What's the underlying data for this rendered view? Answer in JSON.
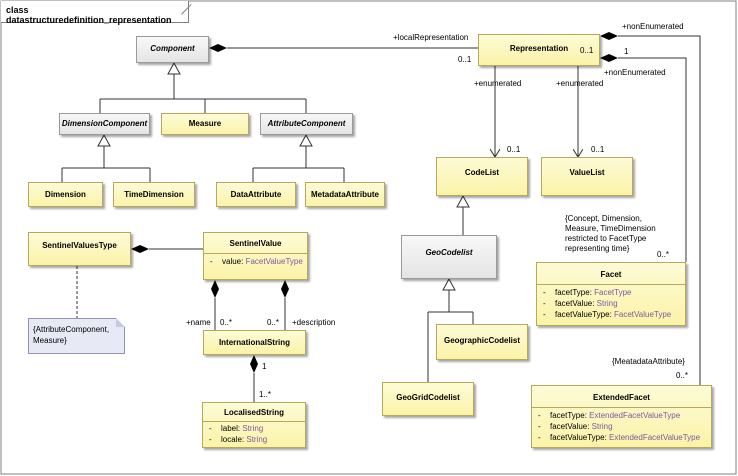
{
  "frame": {
    "title": "class datastructuredefinition_representation"
  },
  "classes": {
    "component": {
      "name": "Component"
    },
    "representation": {
      "name": "Representation"
    },
    "dimension_component": {
      "name": "DimensionComponent"
    },
    "measure": {
      "name": "Measure"
    },
    "attribute_component": {
      "name": "AttributeComponent"
    },
    "dimension": {
      "name": "Dimension"
    },
    "time_dimension": {
      "name": "TimeDimension"
    },
    "data_attribute": {
      "name": "DataAttribute"
    },
    "metadata_attribute": {
      "name": "MetadataAttribute"
    },
    "code_list": {
      "name": "CodeList"
    },
    "value_list": {
      "name": "ValueList"
    },
    "sentinel_values_type": {
      "name": "SentinelValuesType"
    },
    "sentinel_value": {
      "name": "SentinelValue",
      "attributes": [
        {
          "name": "value",
          "type": "FacetValueType"
        }
      ]
    },
    "geo_codelist": {
      "name": "GeoCodelist"
    },
    "geographic_codelist": {
      "name": "GeographicCodelist"
    },
    "geo_grid_codelist": {
      "name": "GeoGridCodelist"
    },
    "international_string": {
      "name": "InternationalString"
    },
    "localised_string": {
      "name": "LocalisedString",
      "attributes": [
        {
          "name": "label",
          "type": "String"
        },
        {
          "name": "locale",
          "type": "String"
        }
      ]
    },
    "facet": {
      "name": "Facet",
      "attributes": [
        {
          "name": "facetType",
          "type": "FacetType"
        },
        {
          "name": "facetValue",
          "type": "String"
        },
        {
          "name": "facetValueType",
          "type": "FacetValueType"
        }
      ]
    },
    "extended_facet": {
      "name": "ExtendedFacet",
      "attributes": [
        {
          "name": "facetType",
          "type": "ExtendedFacetValueType"
        },
        {
          "name": "facetValue",
          "type": "String"
        },
        {
          "name": "facetValueType",
          "type": "ExtendedFacetValueType"
        }
      ]
    }
  },
  "note": {
    "line1": "{AttributeComponent,",
    "line2": "Measure}"
  },
  "labels": {
    "local_representation": "+localRepresentation",
    "local_rep_mult": "0..1",
    "repr_right_mult": "0..1",
    "non_enumerated_top": "+nonEnumerated",
    "non_enumerated_top_mult": "1",
    "non_enumerated_mid": "+nonEnumerated",
    "enumerated_left": "+enumerated",
    "enumerated_left_mult": "0..1",
    "enumerated_right": "+enumerated",
    "enumerated_right_mult": "0..1",
    "facet_mult": "0..*",
    "name_role": "+name",
    "name_mult": "0..*",
    "description_mult": "0..*",
    "description_role": "+description",
    "intl_mult_one": "1",
    "localised_mult": "1..*",
    "metadata_constraint": "{MeatadataAttribute}",
    "extended_mult": "0..*"
  },
  "constraints": {
    "facet_line1": "{Concept, Dimension,",
    "facet_line2": "Measure, TimeDimension",
    "facet_line3": "restricted to FacetType",
    "facet_line4": "representing time}"
  }
}
